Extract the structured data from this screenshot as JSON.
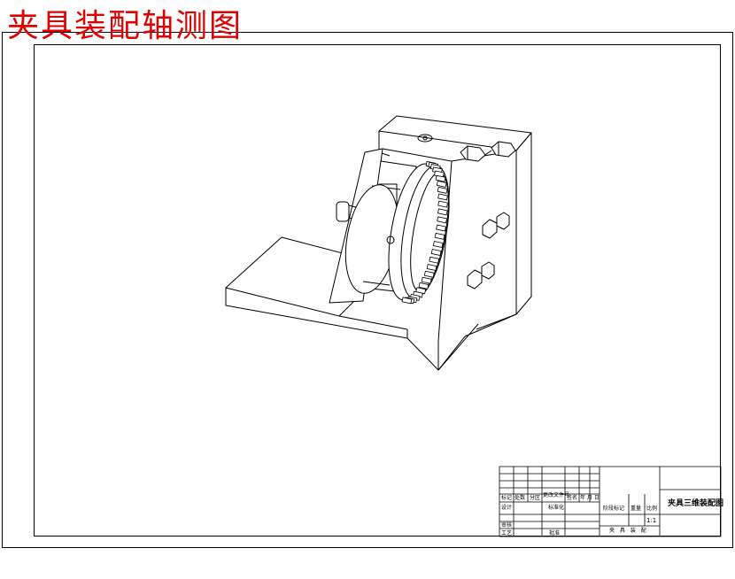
{
  "drawing_title": "夹具装配轴测图",
  "title_block": {
    "drawing_name": "夹具三维装配图",
    "unit_name": "夹 具 装 配",
    "scale": "1:1",
    "labels": {
      "mark": "标记",
      "count": "处数",
      "zone": "分区",
      "change_doc_no": "更改文件号",
      "signature": "签名",
      "date": "年 月 日",
      "design": "设计",
      "standardization": "标准化",
      "stage_mark": "阶段标记",
      "weight": "重量",
      "scale_label": "比例",
      "review": "审核",
      "process": "工艺",
      "approve": "批准"
    }
  },
  "colors": {
    "title": "#e00000",
    "line": "#000000"
  }
}
